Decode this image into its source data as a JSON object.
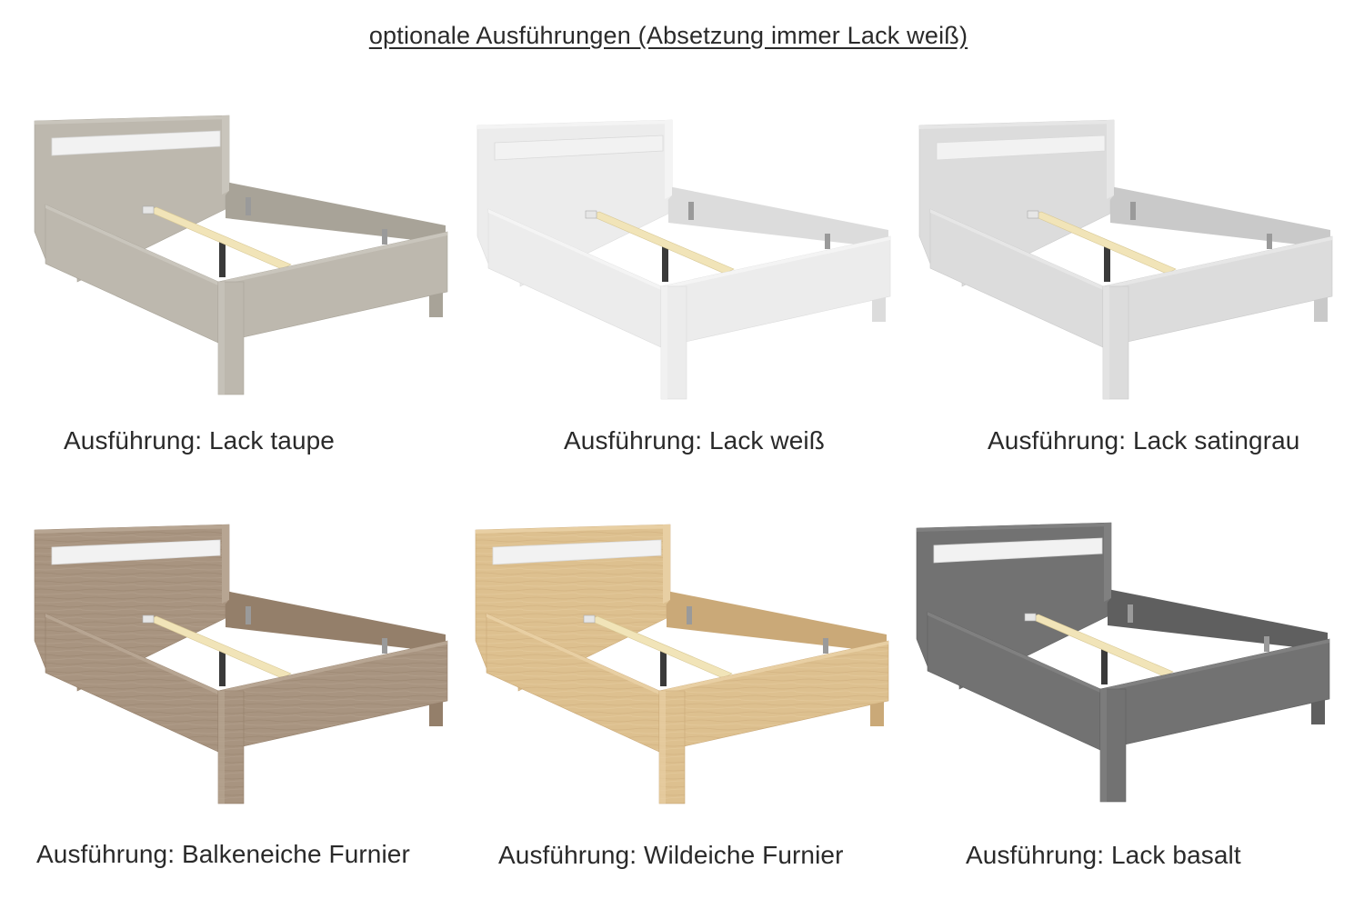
{
  "title": "optionale Ausführungen (Absetzung immer Lack weiß)",
  "variants": [
    {
      "label": "Ausführung: Lack taupe",
      "finish": "lack",
      "colors": {
        "frame": "#bdb8ae",
        "frame_dark": "#a8a398",
        "frame_light": "#c9c5bc"
      }
    },
    {
      "label": "Ausführung: Lack weiß",
      "finish": "lack",
      "colors": {
        "frame": "#ececec",
        "frame_dark": "#dcdcdc",
        "frame_light": "#f4f4f4"
      }
    },
    {
      "label": "Ausführung: Lack satingrau",
      "finish": "lack",
      "colors": {
        "frame": "#dcdcdc",
        "frame_dark": "#c9c9c9",
        "frame_light": "#e6e6e6"
      }
    },
    {
      "label": "Ausführung: Balkeneiche Furnier",
      "finish": "furnier",
      "colors": {
        "frame": "#a89480",
        "frame_dark": "#947f6a",
        "frame_light": "#b7a592"
      }
    },
    {
      "label": "Ausführung: Wildeiche Furnier",
      "finish": "furnier",
      "colors": {
        "frame": "#ddc08f",
        "frame_dark": "#caa978",
        "frame_light": "#e8cfa3"
      }
    },
    {
      "label": "Ausführung: Lack basalt",
      "finish": "lack",
      "colors": {
        "frame": "#727272",
        "frame_dark": "#5f5f5f",
        "frame_light": "#808080"
      }
    }
  ],
  "colors": {
    "accent_panel": "#f2f2f2",
    "slat": "#f1e4b8",
    "slat_support": "#3a3a3a"
  }
}
